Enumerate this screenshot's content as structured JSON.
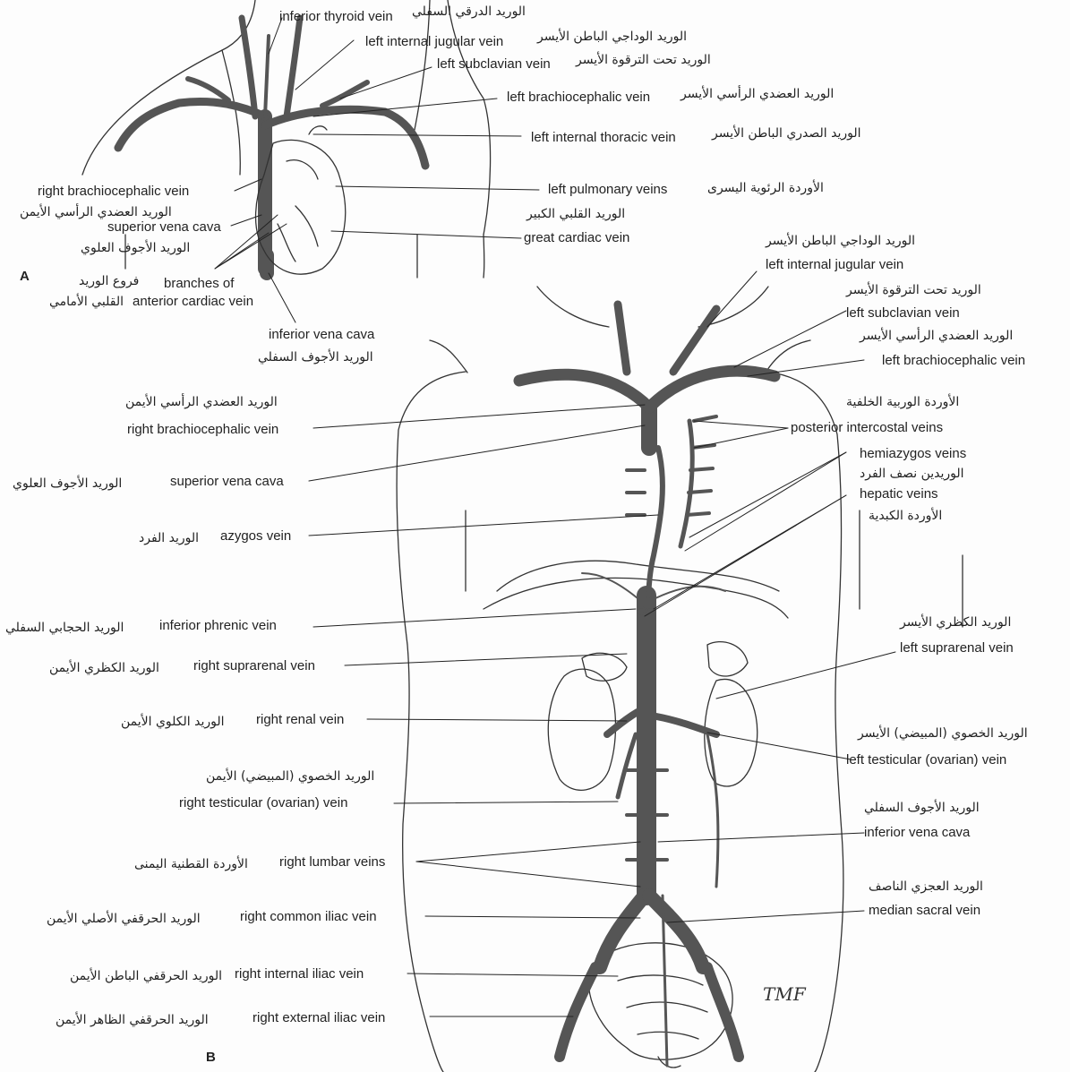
{
  "panel_a": {
    "letter": "A",
    "labels": {
      "inferior_thyroid_vein": "inferior thyroid vein",
      "inferior_thyroid_vein_ar": "الوريد الدرقي السفلي",
      "left_internal_jugular_vein": "left internal jugular vein",
      "left_internal_jugular_vein_ar": "الوريد الوداجي الباطن الأيسر",
      "left_subclavian_vein": "left subclavian vein",
      "left_subclavian_vein_ar": "الوريد تحت الترقوة الأيسر",
      "left_brachiocephalic_vein": "left brachiocephalic vein",
      "left_brachiocephalic_vein_ar": "الوريد العضدي الرأسي الأيسر",
      "left_internal_thoracic_vein": "left internal thoracic vein",
      "left_internal_thoracic_vein_ar": "الوريد الصدري الباطن الأيسر",
      "left_pulmonary_veins": "left pulmonary veins",
      "left_pulmonary_veins_ar": "الأوردة الرئوية اليسرى",
      "great_cardiac_vein": "great cardiac vein",
      "great_cardiac_vein_ar": "الوريد القلبي الكبير",
      "right_brachiocephalic_vein": "right brachiocephalic vein",
      "right_brachiocephalic_vein_ar": "الوريد العضدي الرأسي الأيمن",
      "superior_vena_cava": "superior vena cava",
      "superior_vena_cava_ar": "الوريد الأجوف العلوي",
      "branches_of_anterior_cardiac_vein_1": "branches of",
      "branches_of_anterior_cardiac_vein_2": "anterior cardiac vein",
      "branches_of_anterior_cardiac_vein_ar_1": "فروع الوريد",
      "branches_of_anterior_cardiac_vein_ar_2": "القلبي الأمامي",
      "inferior_vena_cava": "inferior vena cava",
      "inferior_vena_cava_ar": "الوريد الأجوف السفلي"
    }
  },
  "panel_b": {
    "letter": "B",
    "labels": {
      "left_internal_jugular_vein": "left internal jugular vein",
      "left_internal_jugular_vein_ar": "الوريد الوداجي الباطن الأيسر",
      "left_subclavian_vein": "left subclavian vein",
      "left_subclavian_vein_ar": "الوريد تحت الترقوة الأيسر",
      "left_brachiocephalic_vein": "left brachiocephalic vein",
      "left_brachiocephalic_vein_ar": "الوريد العضدي الرأسي الأيسر",
      "posterior_intercostal_veins": "posterior intercostal veins",
      "posterior_intercostal_veins_ar": "الأوردة الوربية الخلفية",
      "hemiazygos_veins": "hemiazygos veins",
      "hemiazygos_veins_ar": "الوريدين نصف الفرد",
      "hepatic_veins": "hepatic veins",
      "hepatic_veins_ar": "الأوردة الكبدية",
      "left_suprarenal_vein": "left suprarenal vein",
      "left_suprarenal_vein_ar": "الوريد الكظري الأيسر",
      "left_testicular_vein": "left testicular (ovarian) vein",
      "left_testicular_vein_ar": "الوريد الخصوي (المبيضي) الأيسر",
      "inferior_vena_cava": "inferior vena cava",
      "inferior_vena_cava_ar": "الوريد الأجوف السفلي",
      "median_sacral_vein": "median sacral vein",
      "median_sacral_vein_ar": "الوريد العجزي الناصف",
      "right_brachiocephalic_vein": "right brachiocephalic vein",
      "right_brachiocephalic_vein_ar": "الوريد العضدي الرأسي الأيمن",
      "superior_vena_cava": "superior vena cava",
      "superior_vena_cava_ar": "الوريد الأجوف العلوي",
      "azygos_vein": "azygos vein",
      "azygos_vein_ar": "الوريد الفرد",
      "inferior_phrenic_vein": "inferior phrenic  vein",
      "inferior_phrenic_vein_ar": "الوريد الحجابي السفلي",
      "right_suprarenal_vein": "right suprarenal vein",
      "right_suprarenal_vein_ar": "الوريد الكظري الأيمن",
      "right_renal_vein": "right renal vein",
      "right_renal_vein_ar": "الوريد الكلوي الأيمن",
      "right_testicular_vein": "right testicular (ovarian) vein",
      "right_testicular_vein_ar": "الوريد الخصوي (المبيضي) الأيمن",
      "right_lumbar_veins": "right lumbar veins",
      "right_lumbar_veins_ar": "الأوردة القطنية اليمنى",
      "right_common_iliac_vein": "right common iliac vein",
      "right_common_iliac_vein_ar": "الوريد الحرقفي الأصلي الأيمن",
      "right_internal_iliac_vein": "right internal iliac vein",
      "right_internal_iliac_vein_ar": "الوريد الحرقفي الباطن الأيمن",
      "right_external_iliac_vein": "right external iliac vein",
      "right_external_iliac_vein_ar": "الوريد الحرقفي الظاهر الأيمن"
    }
  },
  "signature": "TMF",
  "colors": {
    "ink": "#222222",
    "vein": "#555555",
    "outline": "#333333"
  }
}
